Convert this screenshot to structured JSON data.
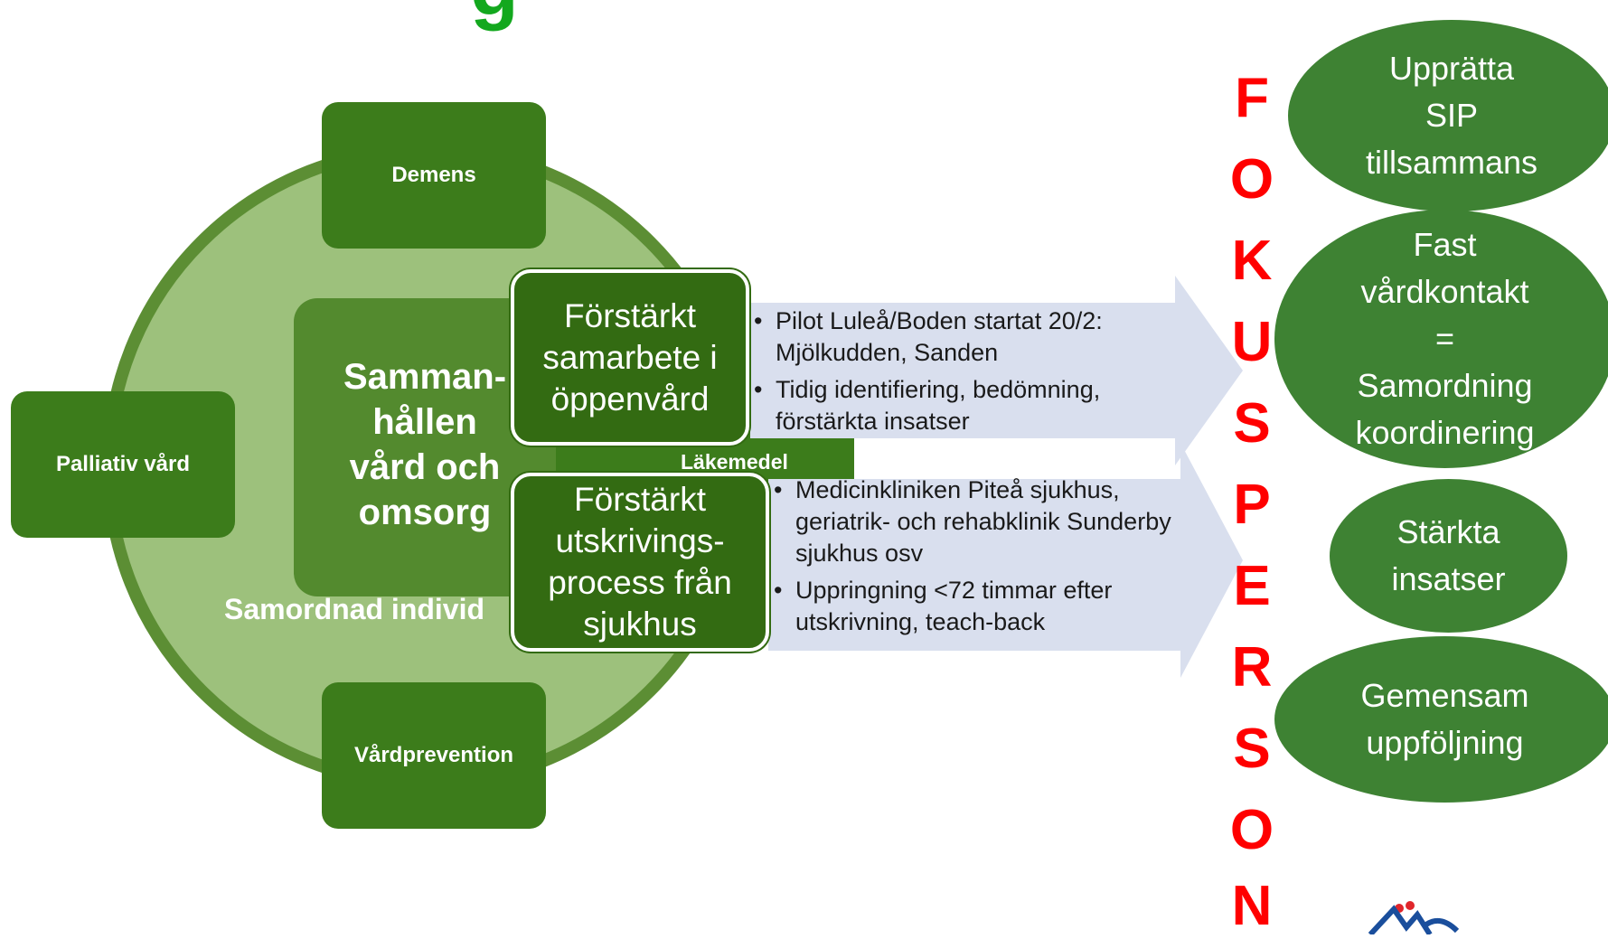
{
  "top_title_fragment": "g",
  "ring": {
    "core_text": "Samman-\nhållen\nvård och\nomsorg",
    "label": "Samordnad individ",
    "satellites": {
      "top": "Demens",
      "left": "Palliativ vård",
      "bottom": "Vårdprevention",
      "right": "Läkemedel"
    }
  },
  "initiatives": [
    {
      "title": "Förstärkt\nsamarbete i\nöppenvård",
      "bullets": [
        "Pilot Luleå/Boden startat 20/2: Mjölkudden, Sanden",
        "Tidig identifiering, bedömning, förstärkta insatser"
      ]
    },
    {
      "title": "Förstärkt\nutskrivings-\nprocess från\nsjukhus",
      "bullets": [
        "Medicinkliniken Piteå sjukhus, geriatrik- och rehabklinik Sunderby sjukhus osv",
        "Uppringning <72 timmar efter utskrivning, teach-back"
      ]
    }
  ],
  "bullet_symbol": "•",
  "vertical_word_letters": [
    "F",
    "O",
    "K",
    "U",
    "S",
    "P",
    "E",
    "R",
    "S",
    "O",
    "N"
  ],
  "outcomes": [
    "Upprätta\nSIP\ntillsammans",
    "Fast\nvårdkontakt\n=\nSamordning\nkoordinering",
    "Stärkta\ninsatser",
    "Gemensam\nuppföljning"
  ],
  "colors": {
    "ring_fill": "#9dc17c",
    "ring_border": "#5c8e34",
    "satellite": "#3c7c1b",
    "dark_box": "#336b12",
    "arrow": "#d9dfee",
    "letters": "#ff0000",
    "ellipse": "#3e8233",
    "title": "#13a81e"
  }
}
